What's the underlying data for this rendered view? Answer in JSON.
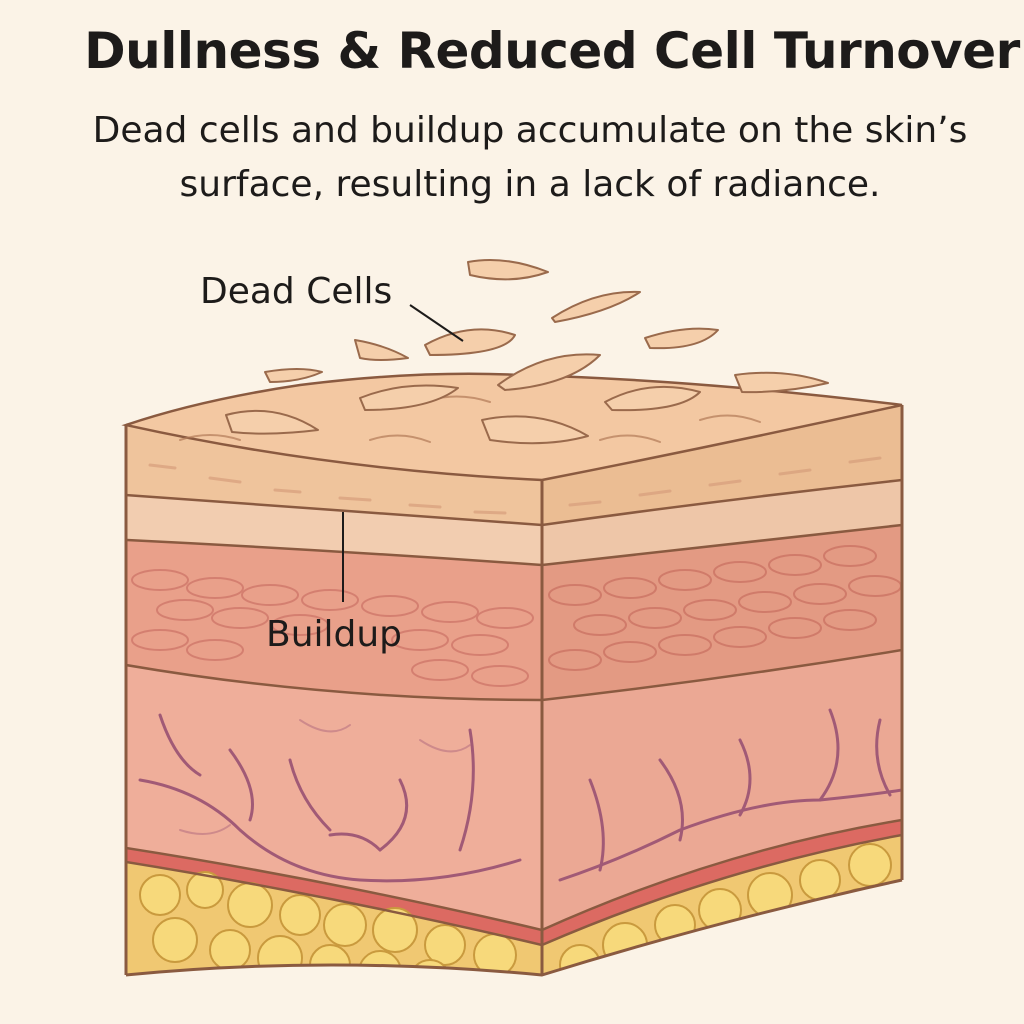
{
  "title": "Dullness & Reduced Cell Turnover",
  "subtitle": "Dead cells and buildup accumulate on the skin’s surface, resulting in a lack of radiance.",
  "labels": {
    "dead_cells": "Dead Cells",
    "buildup": "Buildup"
  },
  "colors": {
    "background": "#fbf3e7",
    "surface": "#f3c8a2",
    "epidermis": "#efc39a",
    "buildup_band": "#e89b86",
    "dermis": "#eeac98",
    "vessels": "#a15a76",
    "red_line": "#d9655f",
    "fat": "#f3cd6b",
    "outline": "#8a5a40"
  }
}
